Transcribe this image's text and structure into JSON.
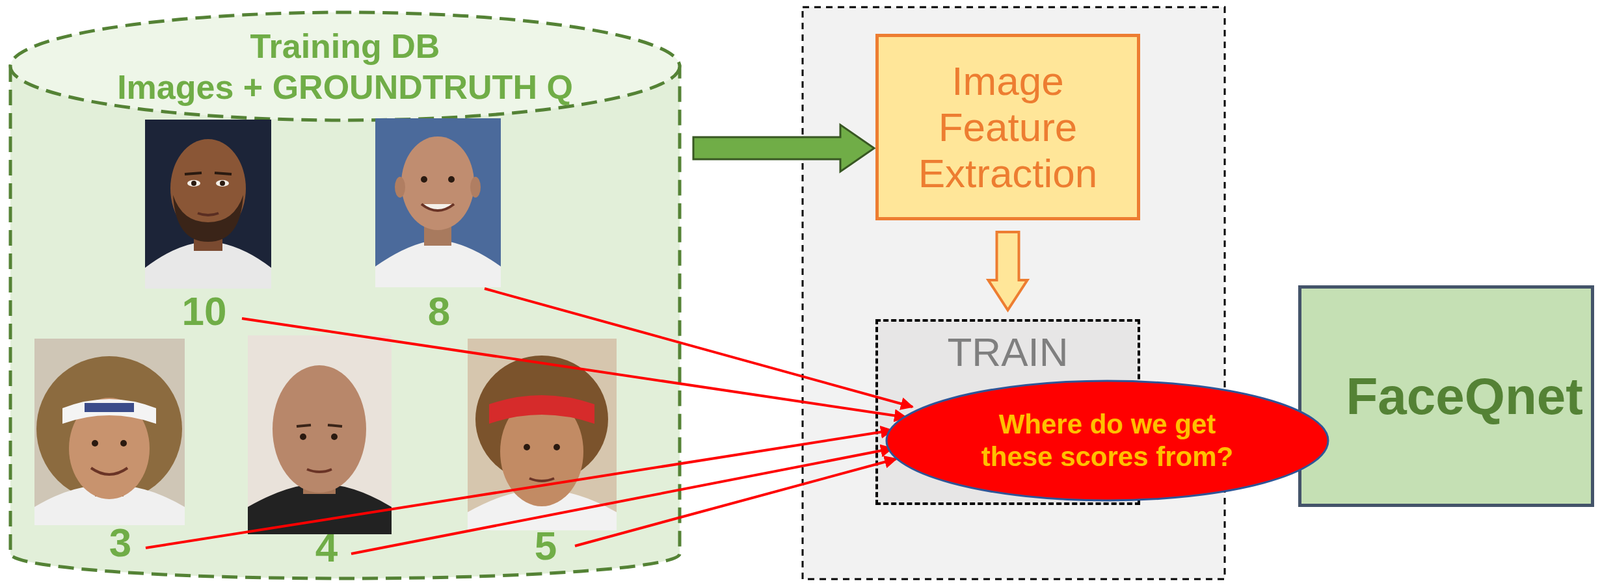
{
  "diagram": {
    "nodes": [
      {
        "text": [
          "Training DB",
          "Images + GROUNDTRUTH Q"
        ]
      },
      {
        "text": [
          "Image Feature Extraction"
        ]
      },
      {
        "text": [
          "TRAIN"
        ]
      },
      {
        "text": [
          "Where do we get these scores from?"
        ]
      },
      {
        "text": [
          "FaceQnet"
        ]
      }
    ],
    "edges": [
      {
        "from": 0,
        "to": 1,
        "arrow": "to"
      },
      {
        "from": 1,
        "to": 2,
        "arrow": "to"
      }
    ],
    "labels": [
      "10",
      "8",
      "3",
      "4",
      "5"
    ]
  }
}
